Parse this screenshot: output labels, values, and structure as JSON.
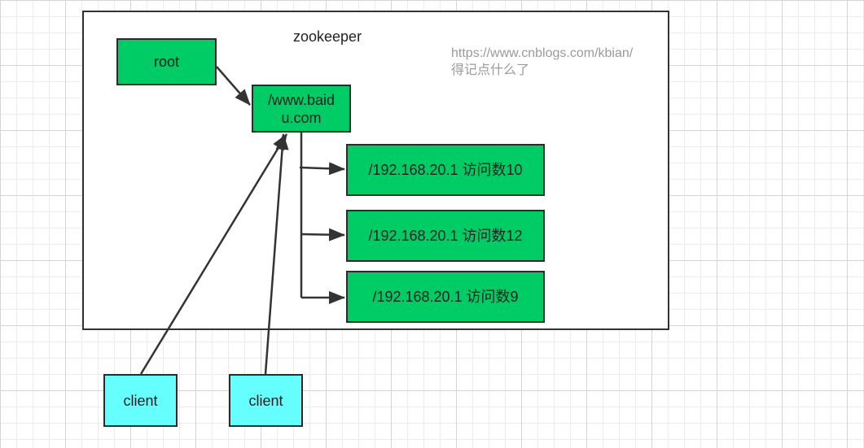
{
  "diagram": {
    "title": "zookeeper",
    "watermark": {
      "url": "https://www.cnblogs.com/kbian/",
      "caption": "得记点什么了"
    },
    "nodes": {
      "root": {
        "label": "root"
      },
      "domain": {
        "label": "/www.baidu.com"
      },
      "ip1": {
        "label": "/192.168.20.1 访问数10"
      },
      "ip2": {
        "label": "/192.168.20.1 访问数12"
      },
      "ip3": {
        "label": "/192.168.20.1 访问数9"
      },
      "client1": {
        "label": "client"
      },
      "client2": {
        "label": "client"
      }
    },
    "colors": {
      "znode_fill": "#00cc66",
      "client_fill": "#66ffff",
      "stroke": "#333333"
    }
  }
}
